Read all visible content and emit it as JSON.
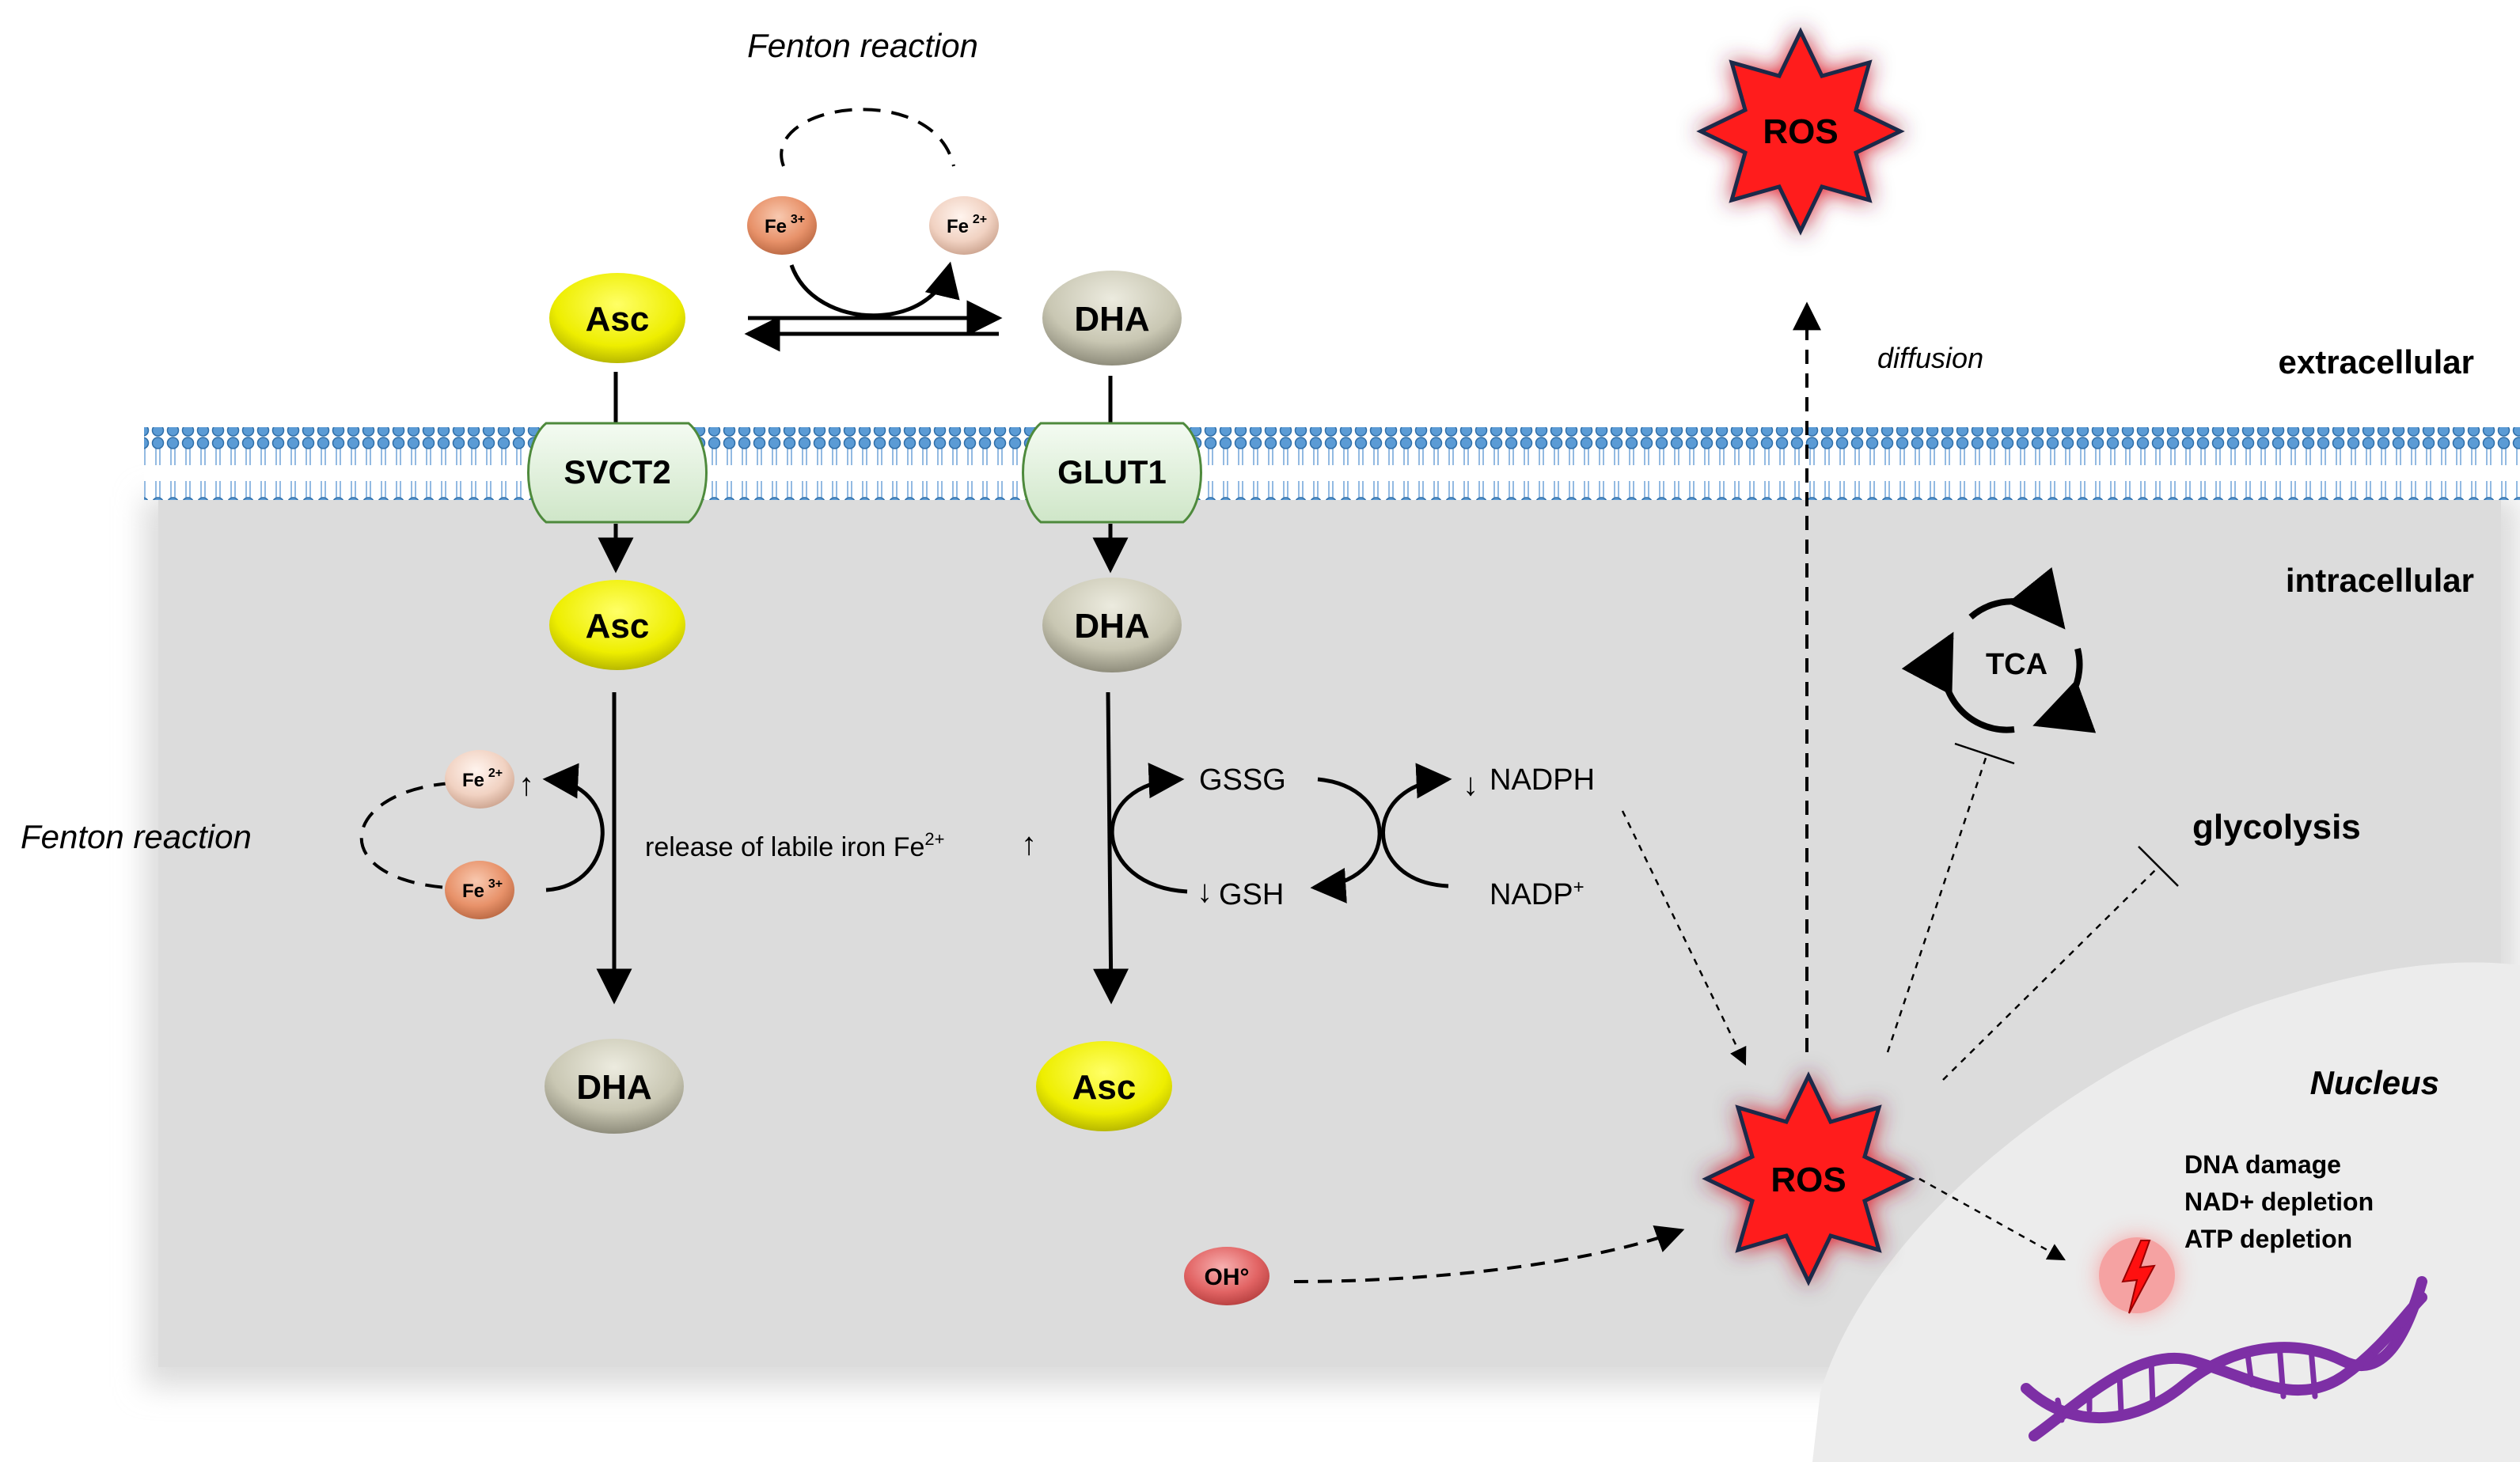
{
  "regions": {
    "extracellular": "extracellular",
    "intracellular": "intracellular",
    "nucleus": "Nucleus"
  },
  "fenton": {
    "top_label": "Fenton reaction",
    "left_label": "Fenton reaction",
    "fe3_main": "Fe",
    "fe3_sup": "3+",
    "fe2_main": "Fe",
    "fe2_sup": "2+",
    "up_arrow": "↑"
  },
  "molecules": {
    "asc": "Asc",
    "dha": "DHA",
    "oh": "OH°",
    "ros": "ROS"
  },
  "transporters": {
    "svct2": "SVCT2",
    "glut1": "GLUT1"
  },
  "labels": {
    "diffusion": "diffusion",
    "labile_iron_text": "release of labile iron Fe",
    "labile_iron_sup": "2+",
    "labile_iron_arrow": "↑",
    "gssg": "GSSG",
    "gsh": "GSH",
    "gsh_arrow": "↓",
    "nadph": "NADPH",
    "nadph_arrow": "↓",
    "nadp_main": "NADP",
    "nadp_sup": "+",
    "tca": "TCA",
    "glycolysis": "glycolysis"
  },
  "nucleus_effects": [
    "DNA damage",
    "NAD+ depletion",
    "ATP depletion"
  ],
  "colors": {
    "membrane": "#5b9bd5",
    "cell_interior": "#dcdcdc",
    "nucleus": "#ececec",
    "asc": "#f2f200",
    "dha": "#c8c6b3",
    "transporter_fill": "#dcefd8",
    "transporter_stroke": "#4e8a3c",
    "ros": "#ff1a1a",
    "dna": "#7d2fa5",
    "fe3": "#e8926a",
    "fe2": "#f1d2c2",
    "oh": "#e26464"
  }
}
